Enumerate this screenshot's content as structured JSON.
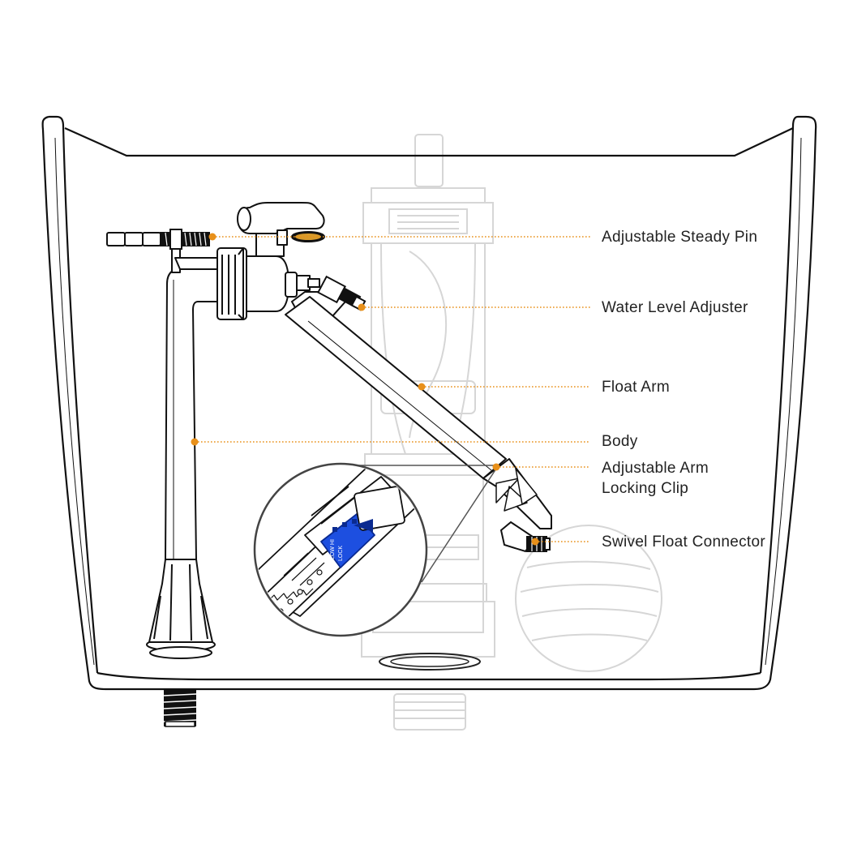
{
  "colors": {
    "accent": "#e8901a",
    "line": "#111111",
    "ghost": "#d8d8d8",
    "clip_blue": "#1d4fe0",
    "label_text": "#222222"
  },
  "labels": {
    "steady_pin": "Adjustable Steady Pin",
    "water_level": "Water Level Adjuster",
    "float_arm": "Float Arm",
    "body": "Body",
    "locking_clip_line1": "Adjustable Arm",
    "locking_clip_line2": "Locking Clip",
    "swivel": "Swivel Float Connector"
  },
  "clip_text": {
    "line1": "LOW HI",
    "line2": "LOCK"
  }
}
